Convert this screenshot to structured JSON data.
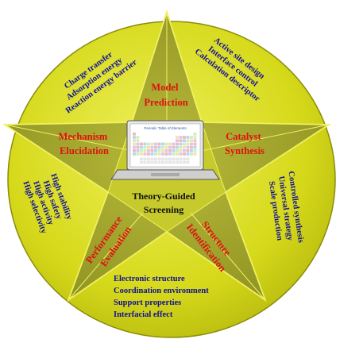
{
  "colors": {
    "disk": "#d9dc1c",
    "disk_edge": "#8a8d0a",
    "star": "#a5a82a",
    "star_edge": "#f0f060",
    "red_text": "#e01010",
    "blue_text": "#10109a"
  },
  "center": {
    "label_line1": "Theory-Guided",
    "label_line2": "Screening",
    "screen_title": "Periodic Table of Elements",
    "icon": "laptop-periodic-table-icon"
  },
  "points": {
    "model_prediction": [
      "Model",
      "Prediction"
    ],
    "catalyst_synthesis": [
      "Catalyst",
      "Synthesis"
    ],
    "mechanism_elucidation": [
      "Mechanism",
      "Elucidation"
    ],
    "structure_identification": [
      "Structure",
      "Identification"
    ],
    "performance_evaluation": [
      "Performance",
      "Evaluation"
    ]
  },
  "sectors": {
    "top_left": [
      "Charge transfer",
      "Adsorption energy",
      "Reaction energy barrier"
    ],
    "top_right": [
      "Active site design",
      "Interface control",
      "Calculation descriptor"
    ],
    "right": [
      "Controlled synthesis",
      "Universal strategy",
      "Scale production"
    ],
    "bottom": [
      "Electronic structure",
      "Coordination environment",
      "Support properties",
      "Interfacial effect"
    ],
    "left": [
      "High stability",
      "High safety",
      "High activity",
      "High selectivity"
    ]
  }
}
